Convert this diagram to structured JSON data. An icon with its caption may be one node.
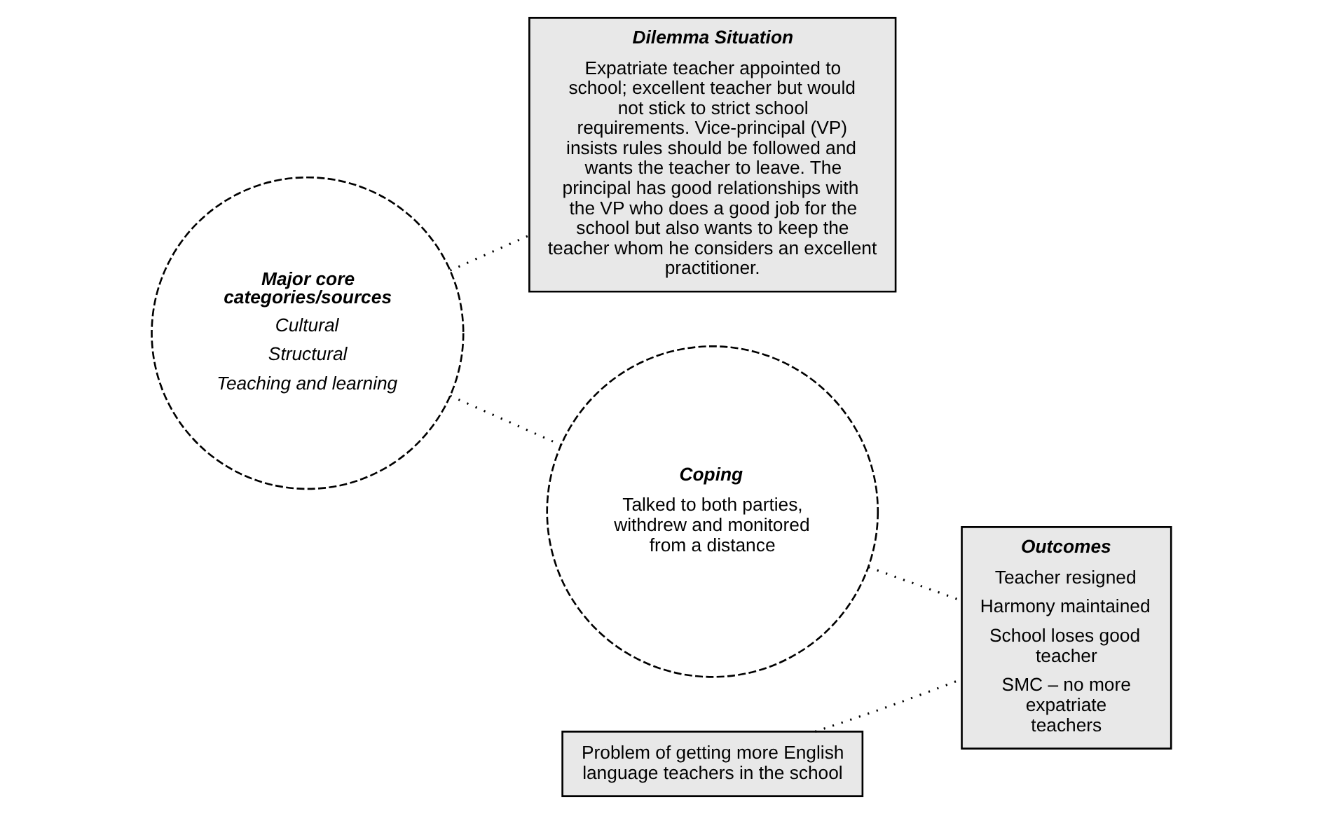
{
  "diagram": {
    "nodes": [
      {
        "text": [
          "Major core categories/sources",
          "Cultural",
          "Structural",
          "Teaching and learning"
        ]
      },
      {
        "text": [
          "Dilemma Situation",
          "Expatriate teacher appointed to school; excellent teacher but would not stick to strict school requirements. Vice-principal (VP) insists rules should be followed and wants the teacher to leave. The principal has good relationships with the VP who does a good job for the school but also wants to keep the teacher whom he considers an excellent practitioner."
        ]
      },
      {
        "text": [
          "Coping",
          "Talked to both parties, withdrew and monitored from a distance"
        ]
      },
      {
        "text": [
          "Outcomes",
          "Teacher resigned",
          "Harmony maintained",
          "School loses good teacher",
          "SMC – no more expatriate teachers"
        ]
      },
      {
        "text": [
          "Problem of getting more English language teachers in the school"
        ]
      }
    ],
    "edges": [
      {
        "from": 0,
        "to": 2,
        "arrow": "none"
      },
      {
        "from": 0,
        "to": 1,
        "arrow": "none"
      },
      {
        "from": 2,
        "to": 3,
        "arrow": "none"
      },
      {
        "from": 4,
        "to": 3,
        "arrow": "none"
      }
    ]
  }
}
